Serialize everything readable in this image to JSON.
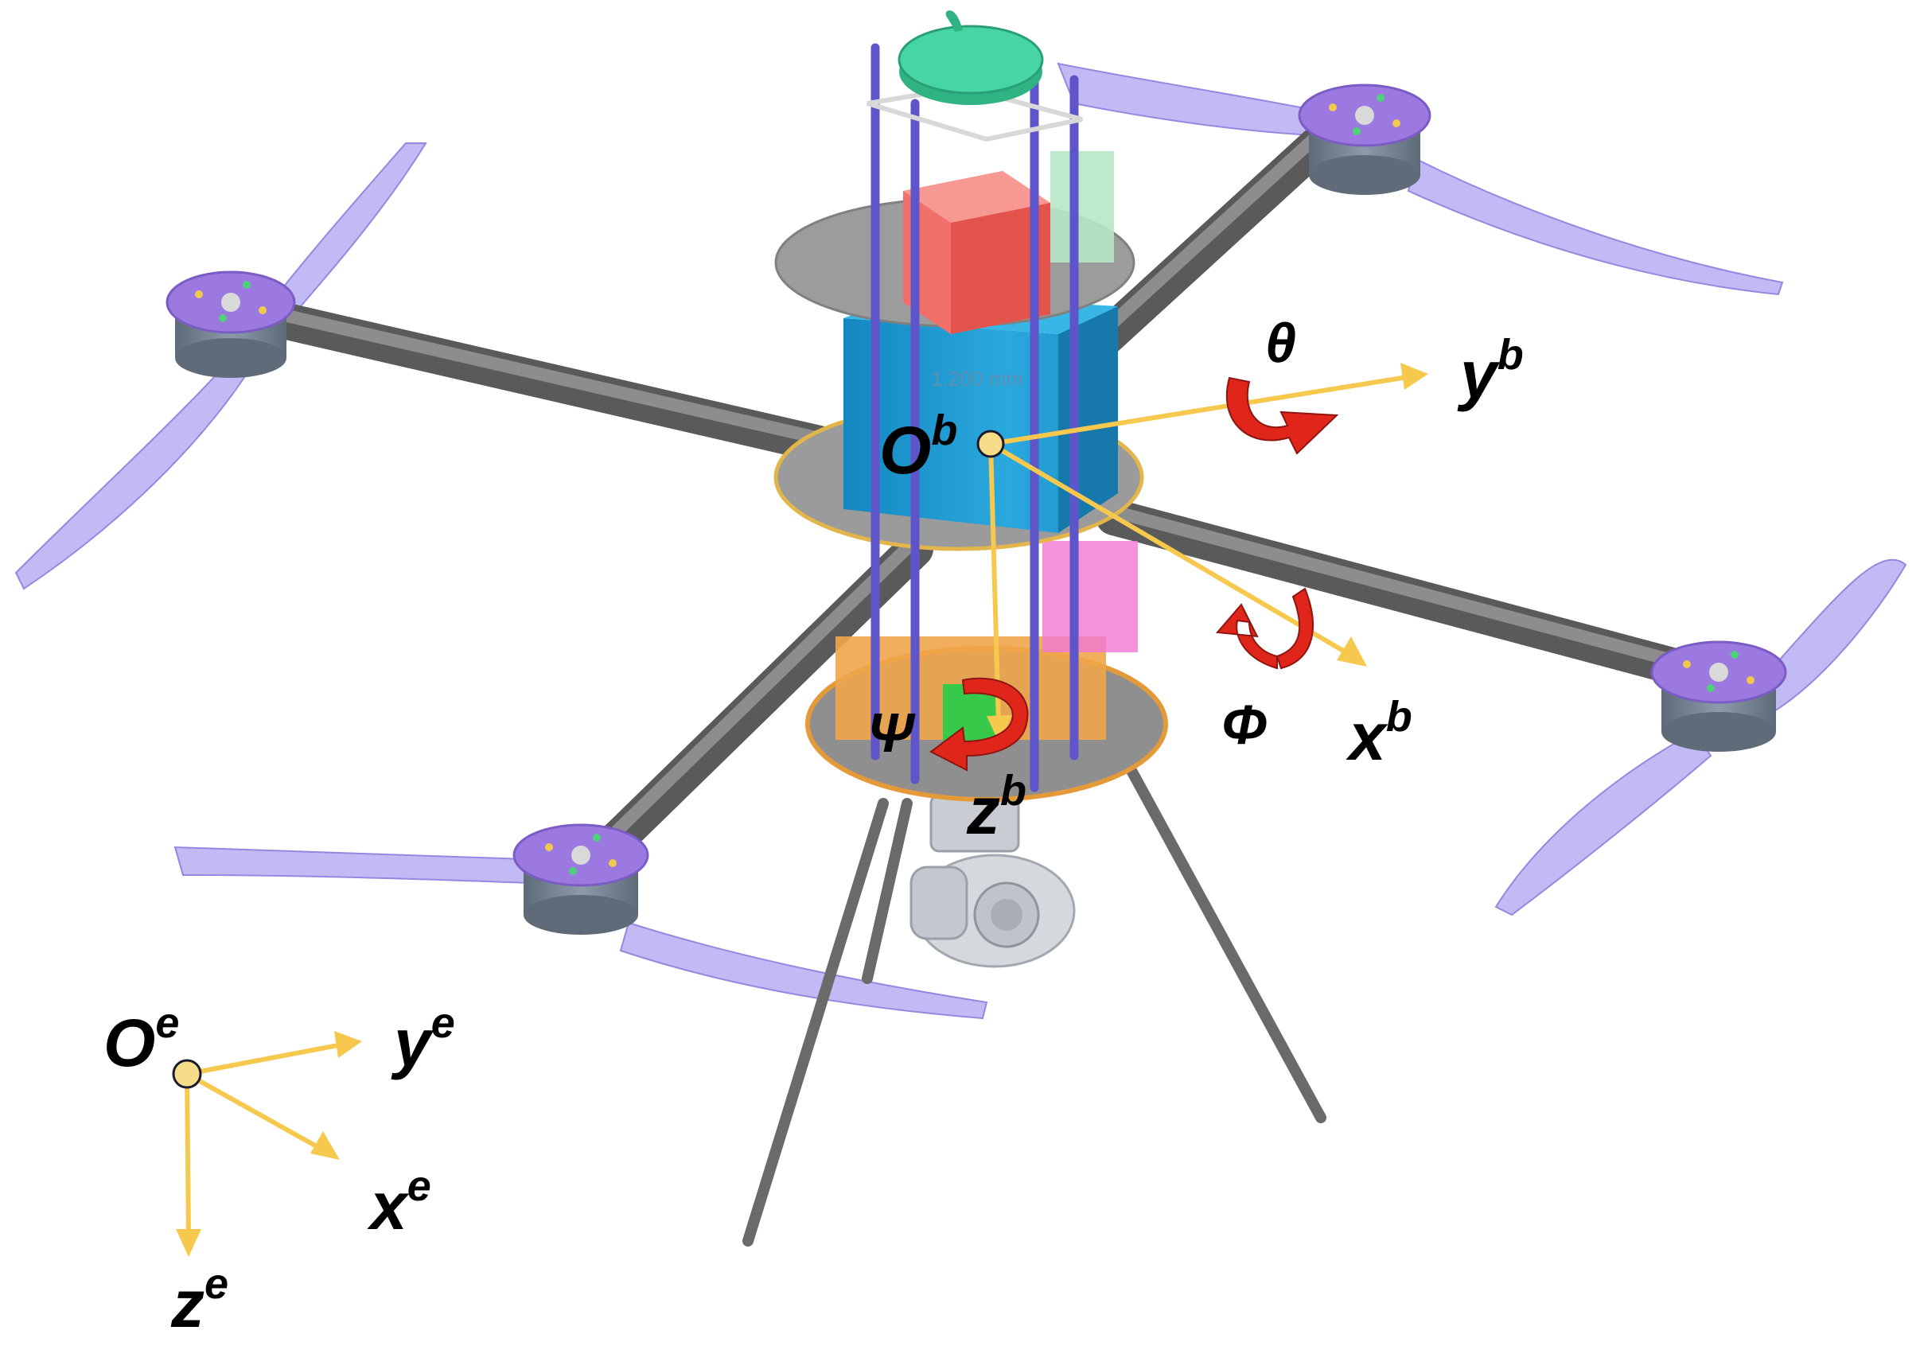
{
  "colors": {
    "axis": "#f6c94e",
    "rotation_arrow": "#e0261b",
    "origin_fill": "#f7dc8a",
    "origin_stroke": "#1a1a2e",
    "propeller": "#a79cf0",
    "motor_top": "#9b79e0",
    "motor_body": "#7f8c9b",
    "arm": "#737373",
    "plate": "#9b9b9b",
    "battery": "#1e9fd6",
    "red_box": "#f2706a",
    "gps": "#3fd0a0"
  },
  "body_frame": {
    "origin": {
      "main": "O",
      "sup": "b"
    },
    "x_axis": {
      "main": "x",
      "sup": "b"
    },
    "y_axis": {
      "main": "y",
      "sup": "b"
    },
    "z_axis": {
      "main": "z",
      "sup": "b"
    }
  },
  "earth_frame": {
    "origin": {
      "main": "O",
      "sup": "e"
    },
    "x_axis": {
      "main": "x",
      "sup": "e"
    },
    "y_axis": {
      "main": "y",
      "sup": "e"
    },
    "z_axis": {
      "main": "z",
      "sup": "e"
    }
  },
  "angles": {
    "pitch": "θ",
    "roll": "Φ",
    "yaw": "Ψ"
  },
  "dimension_text": "1.200 mm"
}
